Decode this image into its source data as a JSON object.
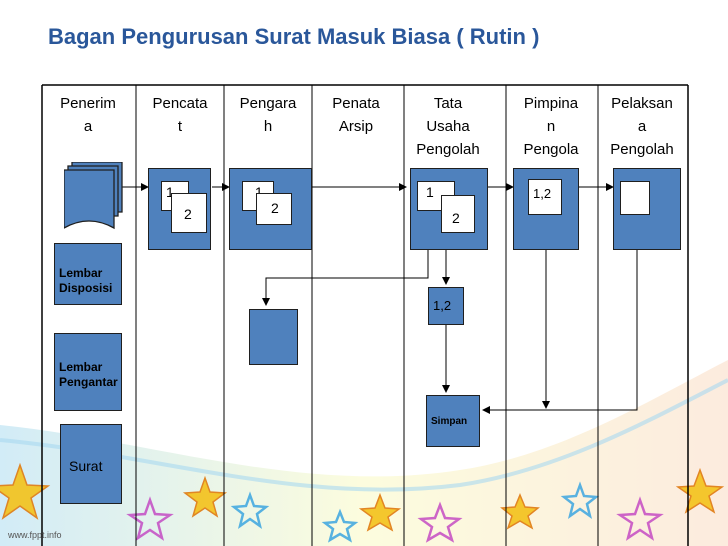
{
  "title": "Bagan Pengurusan Surat Masuk Biasa ( Rutin )",
  "columns": [
    {
      "line1": "Penerim",
      "line2": "a",
      "line3": ""
    },
    {
      "line1": "Pencata",
      "line2": "t",
      "line3": ""
    },
    {
      "line1": "Pengara",
      "line2": "h",
      "line3": ""
    },
    {
      "line1": "Penata",
      "line2": "Arsip",
      "line3": ""
    },
    {
      "line1": "Tata",
      "line2": "Usaha",
      "line3": "Pengolah"
    },
    {
      "line1": "Pimpina",
      "line2": "n",
      "line3": "Pengola"
    },
    {
      "line1": "Pelaksan",
      "line2": "a",
      "line3": "Pengolah"
    }
  ],
  "docs": {
    "lembar_disposisi": "Lembar Disposisi",
    "lembar_pengantar": "Lembar Pengantar",
    "surat": "Surat"
  },
  "pencatat": {
    "copy1": "1",
    "copy2": "2"
  },
  "pengarah": {
    "copy1": "1",
    "copy2": "2"
  },
  "tata_usaha": {
    "copy1": "1",
    "copy2": "2",
    "copy12": "1,2",
    "simpan": "Simpan"
  },
  "pimpinan": {
    "copy12": "1,2"
  },
  "footer": "www.fppt.info",
  "colors": {
    "title": "#2a579a",
    "box_fill": "#4f81bd",
    "border": "#1f1f1f"
  }
}
